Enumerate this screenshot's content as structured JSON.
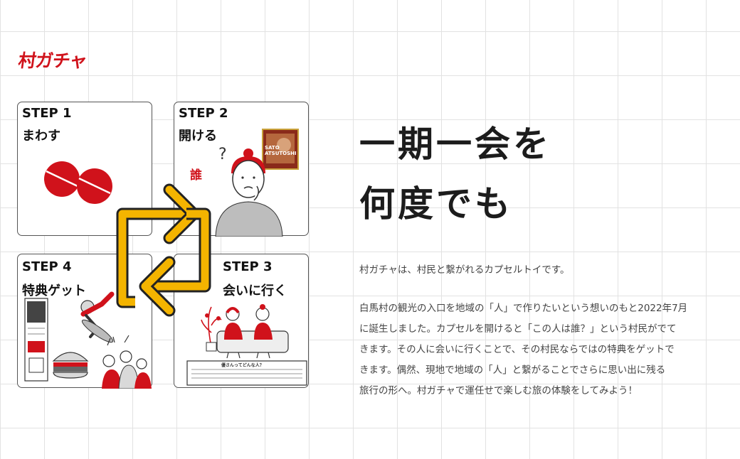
{
  "logo": "村ガチャ",
  "steps": [
    {
      "number": "STEP 1",
      "label": "まわす"
    },
    {
      "number": "STEP 2",
      "label": "開ける",
      "who": "誰",
      "card_text": "SATO ATSUTOSHI"
    },
    {
      "number": "STEP 3",
      "label": "会いに行く",
      "voucher_title": "優さんってどんな人？"
    },
    {
      "number": "STEP 4",
      "label": "特典ゲット"
    }
  ],
  "headline": {
    "line1": "一期一会を",
    "line2": "何度でも"
  },
  "intro": "村ガチャは、村民と繋がれるカプセルトイです。",
  "body_lines": [
    "白馬村の観光の入口を地域の「人」で作りたいという想いのもと2022年7月",
    "に誕生しました。カプセルを開けると「この人は誰？」という村民がでて",
    "きます。その人に会いに行くことで、その村民ならではの特典をゲットで",
    "きます。偶然、現地で地域の「人」と繋がることでさらに思い出に残る",
    "旅行の形へ。村ガチャで運任せで楽しむ旅の体験をしてみよう！"
  ],
  "colors": {
    "accent_red": "#d0121b",
    "arrow_yellow": "#f4b400",
    "grid": "#e2e2e2"
  }
}
